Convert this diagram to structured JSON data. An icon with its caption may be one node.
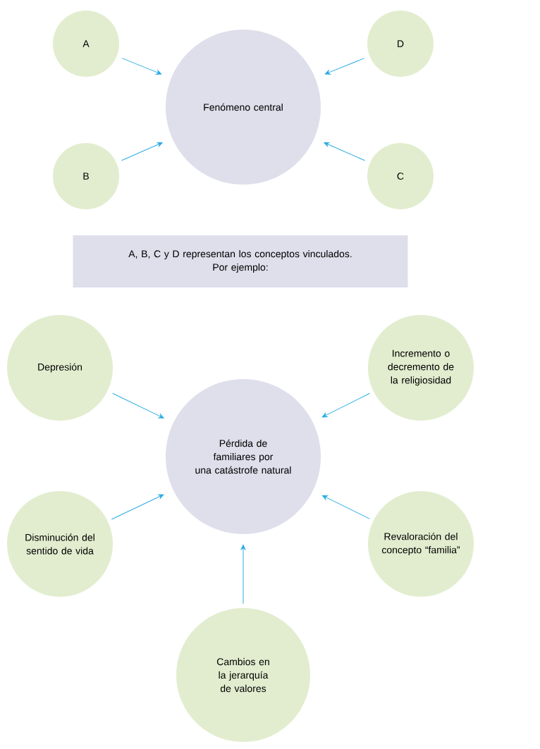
{
  "diagram": {
    "nodes": [
      {
        "text": [
          "A"
        ]
      },
      {
        "text": [
          "D"
        ]
      },
      {
        "text": [
          "Fenómeno central"
        ]
      },
      {
        "text": [
          "B"
        ]
      },
      {
        "text": [
          "C"
        ]
      },
      {
        "text": [
          "A, B, C y D representan los conceptos vinculados.",
          "Por ejemplo:"
        ]
      },
      {
        "text": [
          "Depresión"
        ]
      },
      {
        "text": [
          "Incremento o decremento de la religiosidad"
        ]
      },
      {
        "text": [
          "Pérdida de familiares por una catástrofe natural"
        ]
      },
      {
        "text": [
          "Disminución del sentido de vida"
        ]
      },
      {
        "text": [
          "Revaloración del concepto “familia”"
        ]
      },
      {
        "text": [
          "Cambios en la jerarquía de valores"
        ]
      }
    ],
    "edges": [
      {
        "from": 0,
        "to": 2,
        "arrow": "to"
      },
      {
        "from": 1,
        "to": 2,
        "arrow": "to"
      },
      {
        "from": 3,
        "to": 2,
        "arrow": "to"
      },
      {
        "from": 4,
        "to": 2,
        "arrow": "to"
      },
      {
        "from": 6,
        "to": 8,
        "arrow": "to"
      },
      {
        "from": 7,
        "to": 8,
        "arrow": "to"
      },
      {
        "from": 9,
        "to": 8,
        "arrow": "to"
      },
      {
        "from": 10,
        "to": 8,
        "arrow": "to"
      },
      {
        "from": 11,
        "to": 8,
        "arrow": "to"
      }
    ]
  }
}
